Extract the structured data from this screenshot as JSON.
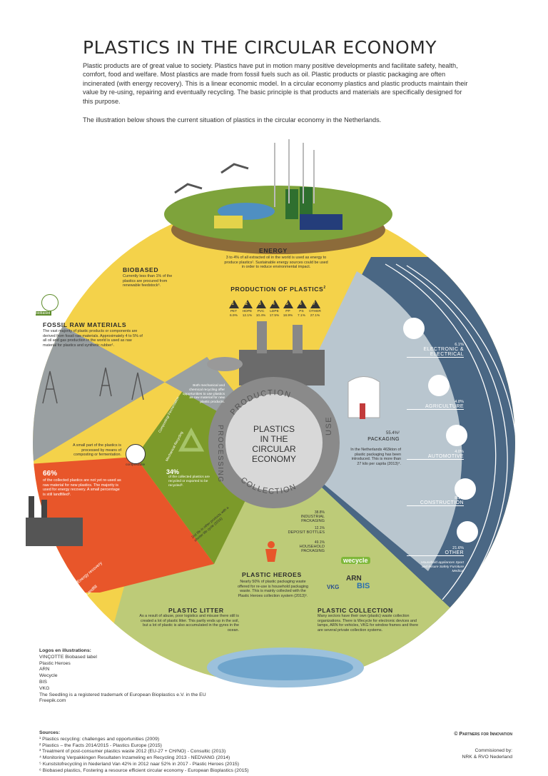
{
  "title": "PLASTICS IN THE CIRCULAR ECONOMY",
  "intro": "Plastic products are of great value to society. Plastics have put in motion many positive developments and facilitate safety, health, comfort, food and welfare. Most plastics are made from fossil fuels such as oil. Plastic products or plastic packaging are often incinerated (with energy recovery). This is a linear economic model. In a circular economy plastics and plastic products maintain their value by re-using, repairing and eventually recycling. The basic principle is that products and materials are specifically designed for this purpose.",
  "intro2": "The illustration below shows the current situation of plastics in the circular economy in the Netherlands.",
  "energy": {
    "title": "ENERGY",
    "text": "3 to 4% of all extracted oil in the world is used as energy to produce plastics¹. Sustainable energy sources could be used in order to reduce environmental impact."
  },
  "production_of_plastics": {
    "title": "PRODUCTION OF PLASTICS",
    "sup": "2",
    "codes": [
      {
        "num": "1",
        "name": "PET",
        "pct": "6.9%"
      },
      {
        "num": "2",
        "name": "HDPE",
        "pct": "12.1%"
      },
      {
        "num": "3",
        "name": "PVC",
        "pct": "10.4%"
      },
      {
        "num": "4",
        "name": "LDPE",
        "pct": "17.5%"
      },
      {
        "num": "5",
        "name": "PP",
        "pct": "18.9%"
      },
      {
        "num": "6",
        "name": "PS",
        "pct": "7.1%"
      },
      {
        "num": "7",
        "name": "OTHER",
        "pct": "27.1%"
      }
    ]
  },
  "biobased": {
    "title": "BIOBASED",
    "text": "Currently less than 1% of the plastics are procured from renewable feedstock⁶.",
    "label": "biobased"
  },
  "fossil": {
    "title": "FOSSIL RAW MATERIALS",
    "text": "The vast majority of plastic products or components are derived from fossil raw materials. Approximately 4 to 5% of all oil and gas production in the world is used as raw material for plastics and synthetic rubber¹."
  },
  "compost": {
    "text": "A small part of the plastics is processed by means of composting or fermentation.",
    "label": "compostable",
    "ring_label": "Composting/ Fermentation"
  },
  "mechanical": {
    "ring_label": "Mechanical Recycling",
    "text": "Both mechanical and chemical recycling offer opportunities to use plastics as raw material for new plastic products."
  },
  "recycle": {
    "pct": "34%",
    "text": "of the collected plastics are recycled or exported to be recycled³."
  },
  "landfill_box": {
    "pct": "66%",
    "text": "of the collected plastics are not yet re-used as raw material for new plastics. The majority is used for energy recovery. A small percentage is still landfilled³."
  },
  "energy_recovery_label": "Energy recovery",
  "landfill_label": "Landfill",
  "diagonal_note": "2nd life in other products with a shorter life cycle (2015)",
  "center": {
    "line1": "PLASTICS",
    "line2": "IN THE",
    "line3": "CIRCULAR",
    "line4": "ECONOMY",
    "ring_production": "PRODUCTION",
    "ring_use": "USE",
    "ring_collection": "COLLECTION",
    "ring_processing": "PROCESSING"
  },
  "use_sectors": [
    {
      "pct": "6.1%",
      "label": "ELECTRONIC & ELECTRICAL"
    },
    {
      "pct": "4.8%",
      "label": "AGRICULTURE"
    },
    {
      "pct": "4.0%",
      "label": "AUTOMOTIVE"
    },
    {
      "pct": "8.1%",
      "label": "CONSTRUCTION"
    },
    {
      "pct": "21.6%",
      "label": "OTHER"
    }
  ],
  "other_items": "Household appliances Sport and leisure Safety Furniture Medical",
  "packaging": {
    "pct": "55.4%²",
    "label": "PACKAGING",
    "text": "In the Netherlands 463kton of plastic packaging has been introduced. This is more than 27 kilo per capita (2013)⁴."
  },
  "collection_items": [
    {
      "pct": "38.8%",
      "label": "INDUSTRIAL PACKAGING"
    },
    {
      "pct": "12.1%",
      "label": "DEPOSIT BOTTLES"
    },
    {
      "pct": "49.1%",
      "label": "HOUSEHOLD PACKAGING"
    }
  ],
  "heroes": {
    "title": "PLASTIC HEROES",
    "text": "Nearly 50% of plastic packaging waste offered for re-use is household packaging waste. This is mainly collected with the Plastic Heroes collection system (2013)⁵."
  },
  "collection_logos": {
    "wecycle": "wecycle",
    "arn": "ARN",
    "vkg": "VKG",
    "bis": "BIS"
  },
  "litter": {
    "title": "PLASTIC LITTER",
    "text": "As a result of abuse, poor logistics and misuse there still is created a lot of plastic litter. This partly ends up in the soil, but a lot of plastic is also accumulated in the gyres in the ocean."
  },
  "plastic_collection": {
    "title": "PLASTIC COLLECTION",
    "text": "Many sectors have their own (plastic) waste collection organizations. There is Wecycle for electronic devices and lamps, ARN for vehicles, VKG for window frames and there are several private collection systems."
  },
  "logos_footer": {
    "title": "Logos en illustrations:",
    "lines": [
      "VINÇOTTE Biobased label",
      "Plastic Heroes",
      "ARN",
      "Wecycle",
      "BIS",
      "VKG",
      "The Seedling is a registered trademark of European Bioplastics e.V. in the EU",
      "Freepik.com"
    ]
  },
  "sources": {
    "title": "Sources:",
    "lines": [
      "¹ Plastics recycling: challenges and opportunities (2009)",
      "² Plastics – the Facts 2014/2015 - Plastics Europe (2015)",
      "³ Treatment of post-consumer plastics waste 2012 (EU-27 + CH/NO) - Consultic (2013)",
      "⁴ Monitoring Verpakkingen Resultaten Inzameling en Recycling 2013 - NEDVANG (2014)",
      "⁵ Kunststofrecycling in Nederland Van 42% in 2012 naar 52% in 2017 - Plastic Heroes (2015)",
      "⁶ Biobased plastics, Fostering a resource efficient circular economy - European Bioplastics (2015)"
    ]
  },
  "credit": "© Partners for Innovation",
  "commissioned": {
    "line1": "Commisioned by:",
    "line2": "NRK & RVO Nederland"
  },
  "colors": {
    "yellow": "#f4d24a",
    "green": "#7c9a2a",
    "lightgreen": "#bdcb78",
    "orange": "#e8562a",
    "grey": "#9aa0a2",
    "blue": "#4a6784",
    "lightblue": "#b9c6cf",
    "ring": "#8a8a8a"
  }
}
